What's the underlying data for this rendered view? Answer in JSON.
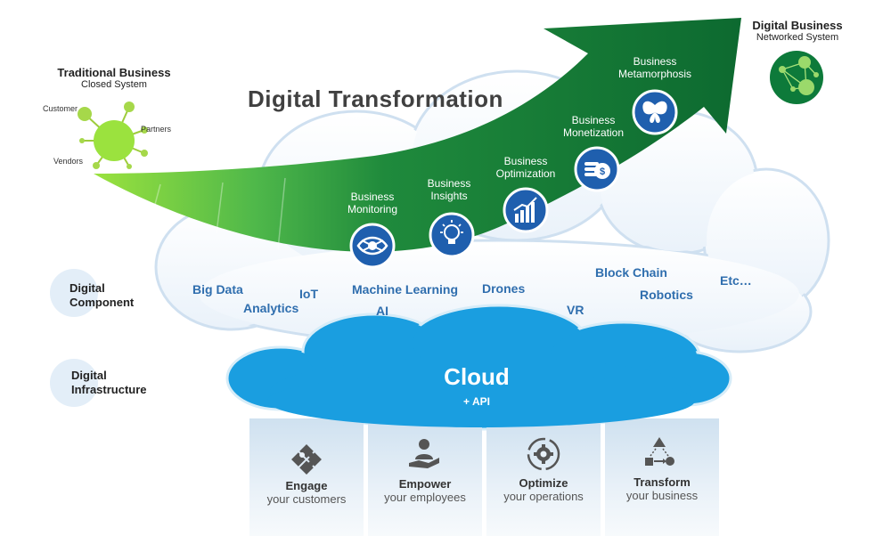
{
  "title": "Digital Transformation",
  "traditional": {
    "heading": "Traditional Business",
    "subheading": "Closed System",
    "nodes": [
      "Customer",
      "Partners",
      "Vendors"
    ]
  },
  "digital_business": {
    "heading": "Digital Business",
    "subheading": "Networked System"
  },
  "stages": [
    {
      "line1": "Business",
      "line2": "Monitoring",
      "icon": "eye-icon"
    },
    {
      "line1": "Business",
      "line2": "Insights",
      "icon": "lightbulb-icon"
    },
    {
      "line1": "Business",
      "line2": "Optimization",
      "icon": "bar-chart-icon"
    },
    {
      "line1": "Business",
      "line2": "Monetization",
      "icon": "coins-icon"
    },
    {
      "line1": "Business",
      "line2": "Metamorphosis",
      "icon": "butterfly-icon"
    }
  ],
  "side_labels": {
    "component": {
      "line1": "Digital",
      "line2": "Component"
    },
    "infrastructure": {
      "line1": "Digital",
      "line2": "Infrastructure"
    }
  },
  "components": [
    "Big Data",
    "Analytics",
    "IoT",
    "Machine Learning",
    "AI",
    "Drones",
    "VR",
    "Block Chain",
    "Robotics",
    "Etc…"
  ],
  "cloud": {
    "title": "Cloud",
    "subtitle": "+ API"
  },
  "pillars": [
    {
      "title": "Engage",
      "subtitle": "your customers",
      "icon": "puzzle-icon"
    },
    {
      "title": "Empower",
      "subtitle": "your employees",
      "icon": "person-hand-icon"
    },
    {
      "title": "Optimize",
      "subtitle": "your operations",
      "icon": "gear-cycle-icon"
    },
    {
      "title": "Transform",
      "subtitle": "your business",
      "icon": "shapes-flow-icon"
    }
  ],
  "colors": {
    "arrow_dark": "#0f6e32",
    "arrow_light": "#8fdc3a",
    "cloud_blue": "#1a9ee0",
    "stage_circle": "#1f5fae",
    "component_text": "#2f6eae"
  }
}
